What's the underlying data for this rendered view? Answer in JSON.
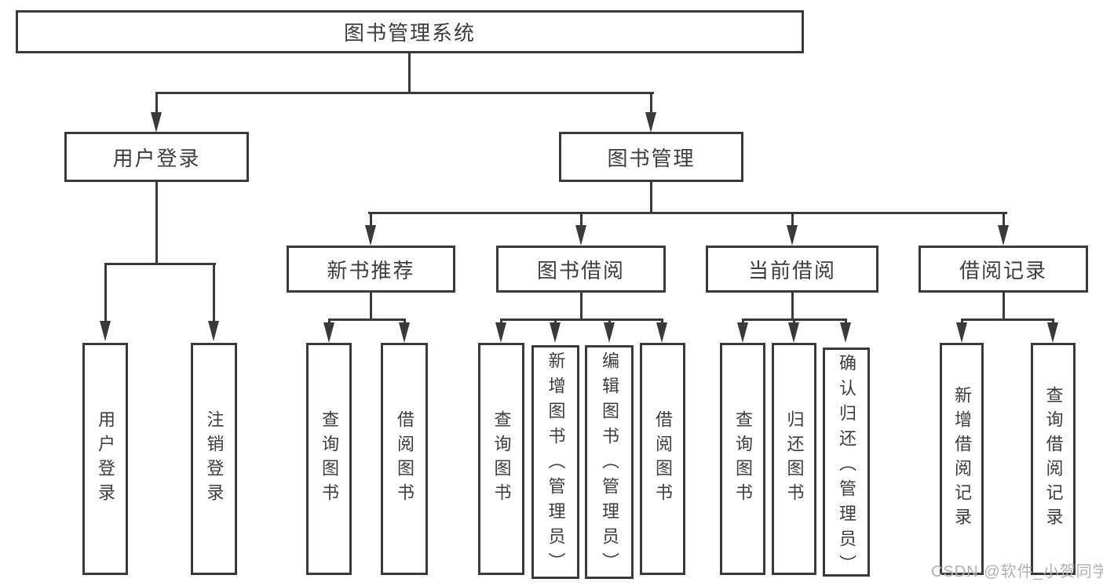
{
  "watermark": "CSDN @软件_小贺同学",
  "colors": {
    "line": "#3a3a3a",
    "text": "#3d3d3d",
    "watermark": "#b1b1b1",
    "background": "#ffffff"
  },
  "tree": {
    "root": "图书管理系统",
    "children": [
      {
        "label": "用户登录",
        "children": [
          "用户登录",
          "注销登录"
        ]
      },
      {
        "label": "图书管理",
        "children": [
          {
            "label": "新书推荐",
            "children": [
              "查询图书",
              "借阅图书"
            ]
          },
          {
            "label": "图书借阅",
            "children": [
              "查询图书",
              "新增图书（管理员）",
              "编辑图书（管理员）",
              "借阅图书"
            ]
          },
          {
            "label": "当前借阅",
            "children": [
              "查询图书",
              "归还图书",
              "确认归还（管理员）"
            ]
          },
          {
            "label": "借阅记录",
            "children": [
              "新增借阅记录",
              "查询借阅记录"
            ]
          }
        ]
      }
    ]
  }
}
